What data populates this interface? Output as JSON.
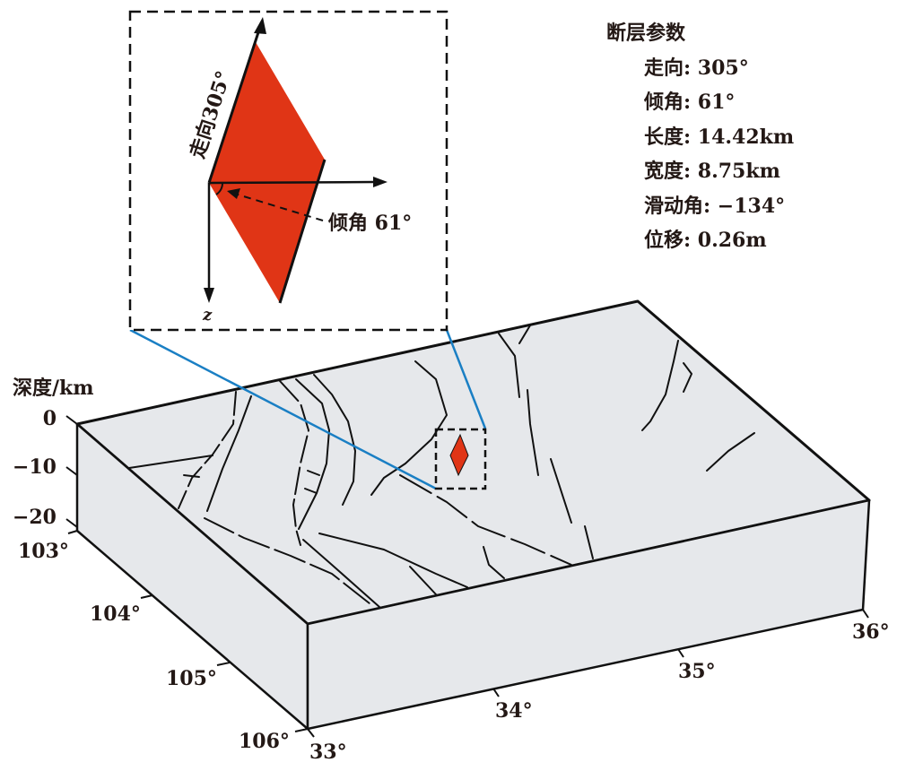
{
  "inset": {
    "strike_label": "走向305°",
    "dip_label": "倾角 61°",
    "z_label": "z"
  },
  "parameters": {
    "title": "断层参数",
    "items": [
      {
        "label": "走向: 305°"
      },
      {
        "label": "倾角: 61°"
      },
      {
        "label": "长度: 14.42km"
      },
      {
        "label": "宽度: 8.75km"
      },
      {
        "label": "滑动角: −134°"
      },
      {
        "label": "位移: 0.26m"
      }
    ]
  },
  "depth_axis": {
    "title": "深度/km",
    "ticks": [
      "0",
      "−10",
      "−20"
    ]
  },
  "longitude_ticks": [
    "103°",
    "104°",
    "105°",
    "106°"
  ],
  "latitude_ticks": [
    "33°",
    "34°",
    "35°",
    "36°"
  ],
  "colors": {
    "fault_plane": "#e03516",
    "box_face": "#e6e8eb",
    "connector": "#1a7fc4"
  }
}
